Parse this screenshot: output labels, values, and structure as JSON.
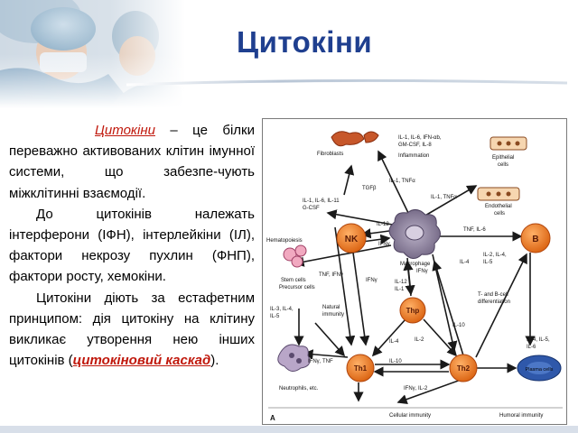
{
  "slide": {
    "title": "Цитокіни"
  },
  "text": {
    "p1_term": "Цитокіни",
    "p1_rest": " – це білки переважно активованих клітин імунної системи, що забезпе-чують міжклітинні взаємодії.",
    "p2": "До цитокінів належать інтерферони (ІФН), інтерлейкіни (ІЛ), фактори некрозу пухлин (ФНП), фактори росту, хемокіни.",
    "p3_main": "Цитокіни діють за естафетним принципом: дія цитокіну на клітину викликає утворення нею інших цитокінів (",
    "p3_term": "цитокіновий каскад",
    "p3_end": ")."
  },
  "diagram": {
    "labels": {
      "fibroblasts": "Fibroblasts",
      "inflammation_cytokines": "IL-1, IL-6, IFN-αb,",
      "inflammation_cytokines2": "GM-CSF, IL-8",
      "inflammation": "Inflammation",
      "epithelial": "Epithelial",
      "epithelial2": "cells",
      "il1_tnfa_top": "IL-1, TNFα",
      "tgfb": "TGFβ",
      "endothelial": "Endothelial",
      "endothelial2": "cells",
      "il1_tnfa_right": "IL-1, TNFα",
      "il1_il6_il11": "IL-1, IL-6, IL-11",
      "gcsf": "G-CSF",
      "il12_top": "IL-12",
      "ifng_top": "IFNγ",
      "tnf_il6": "TNF, IL-6",
      "hematopoiesis": "Hematopoiesis",
      "nk": "NK",
      "macrophage": "Macrophage",
      "b": "B",
      "il4_mid": "IL-4",
      "il2_il4_il5": "IL-2, IL-4,",
      "il5": "IL-5",
      "tnf_ifng": "TNF, IFNγ",
      "stem_cells": "Stem cells",
      "precursor_cells": "Precursor cells",
      "ifng_mac": "IFNγ",
      "ifng_left": "IFNγ",
      "il12_mid": "IL-12",
      "il1_mid": "IL-1",
      "t_bcell": "T- and B-cell",
      "differentiation": "differentiation",
      "il3_il4": "IL-3, IL-4,",
      "il5_left": "IL-5",
      "natural_immunity": "Natural",
      "natural_immunity2": "immunity",
      "thp": "Thp",
      "il10_right": "IL-10",
      "il4_lower": "IL-4",
      "il2_lower": "IL-2",
      "il4_il5_il6": "IL-4, IL-5,",
      "il6_right": "IL-6",
      "ifng_tnf": "IFNγ, TNF",
      "th1": "Th1",
      "il10_lower": "IL-10",
      "th2": "Th2",
      "plasma_cells": "Plasma cells",
      "neutrophils": "Neutrophils, etc.",
      "ifng_il2": "IFNγ, IL-2",
      "panel_letter": "A",
      "cellular_immunity": "Cellular immunity",
      "humoral_immunity": "Humoral immunity"
    },
    "colors": {
      "cell_orange": "#e8731c",
      "cell_border": "#b0450c",
      "cell_label": "#5a1a05",
      "macrophage": "#7a6e88",
      "plasma": "#2a4c9a",
      "arrow": "#1a1a1a"
    }
  }
}
